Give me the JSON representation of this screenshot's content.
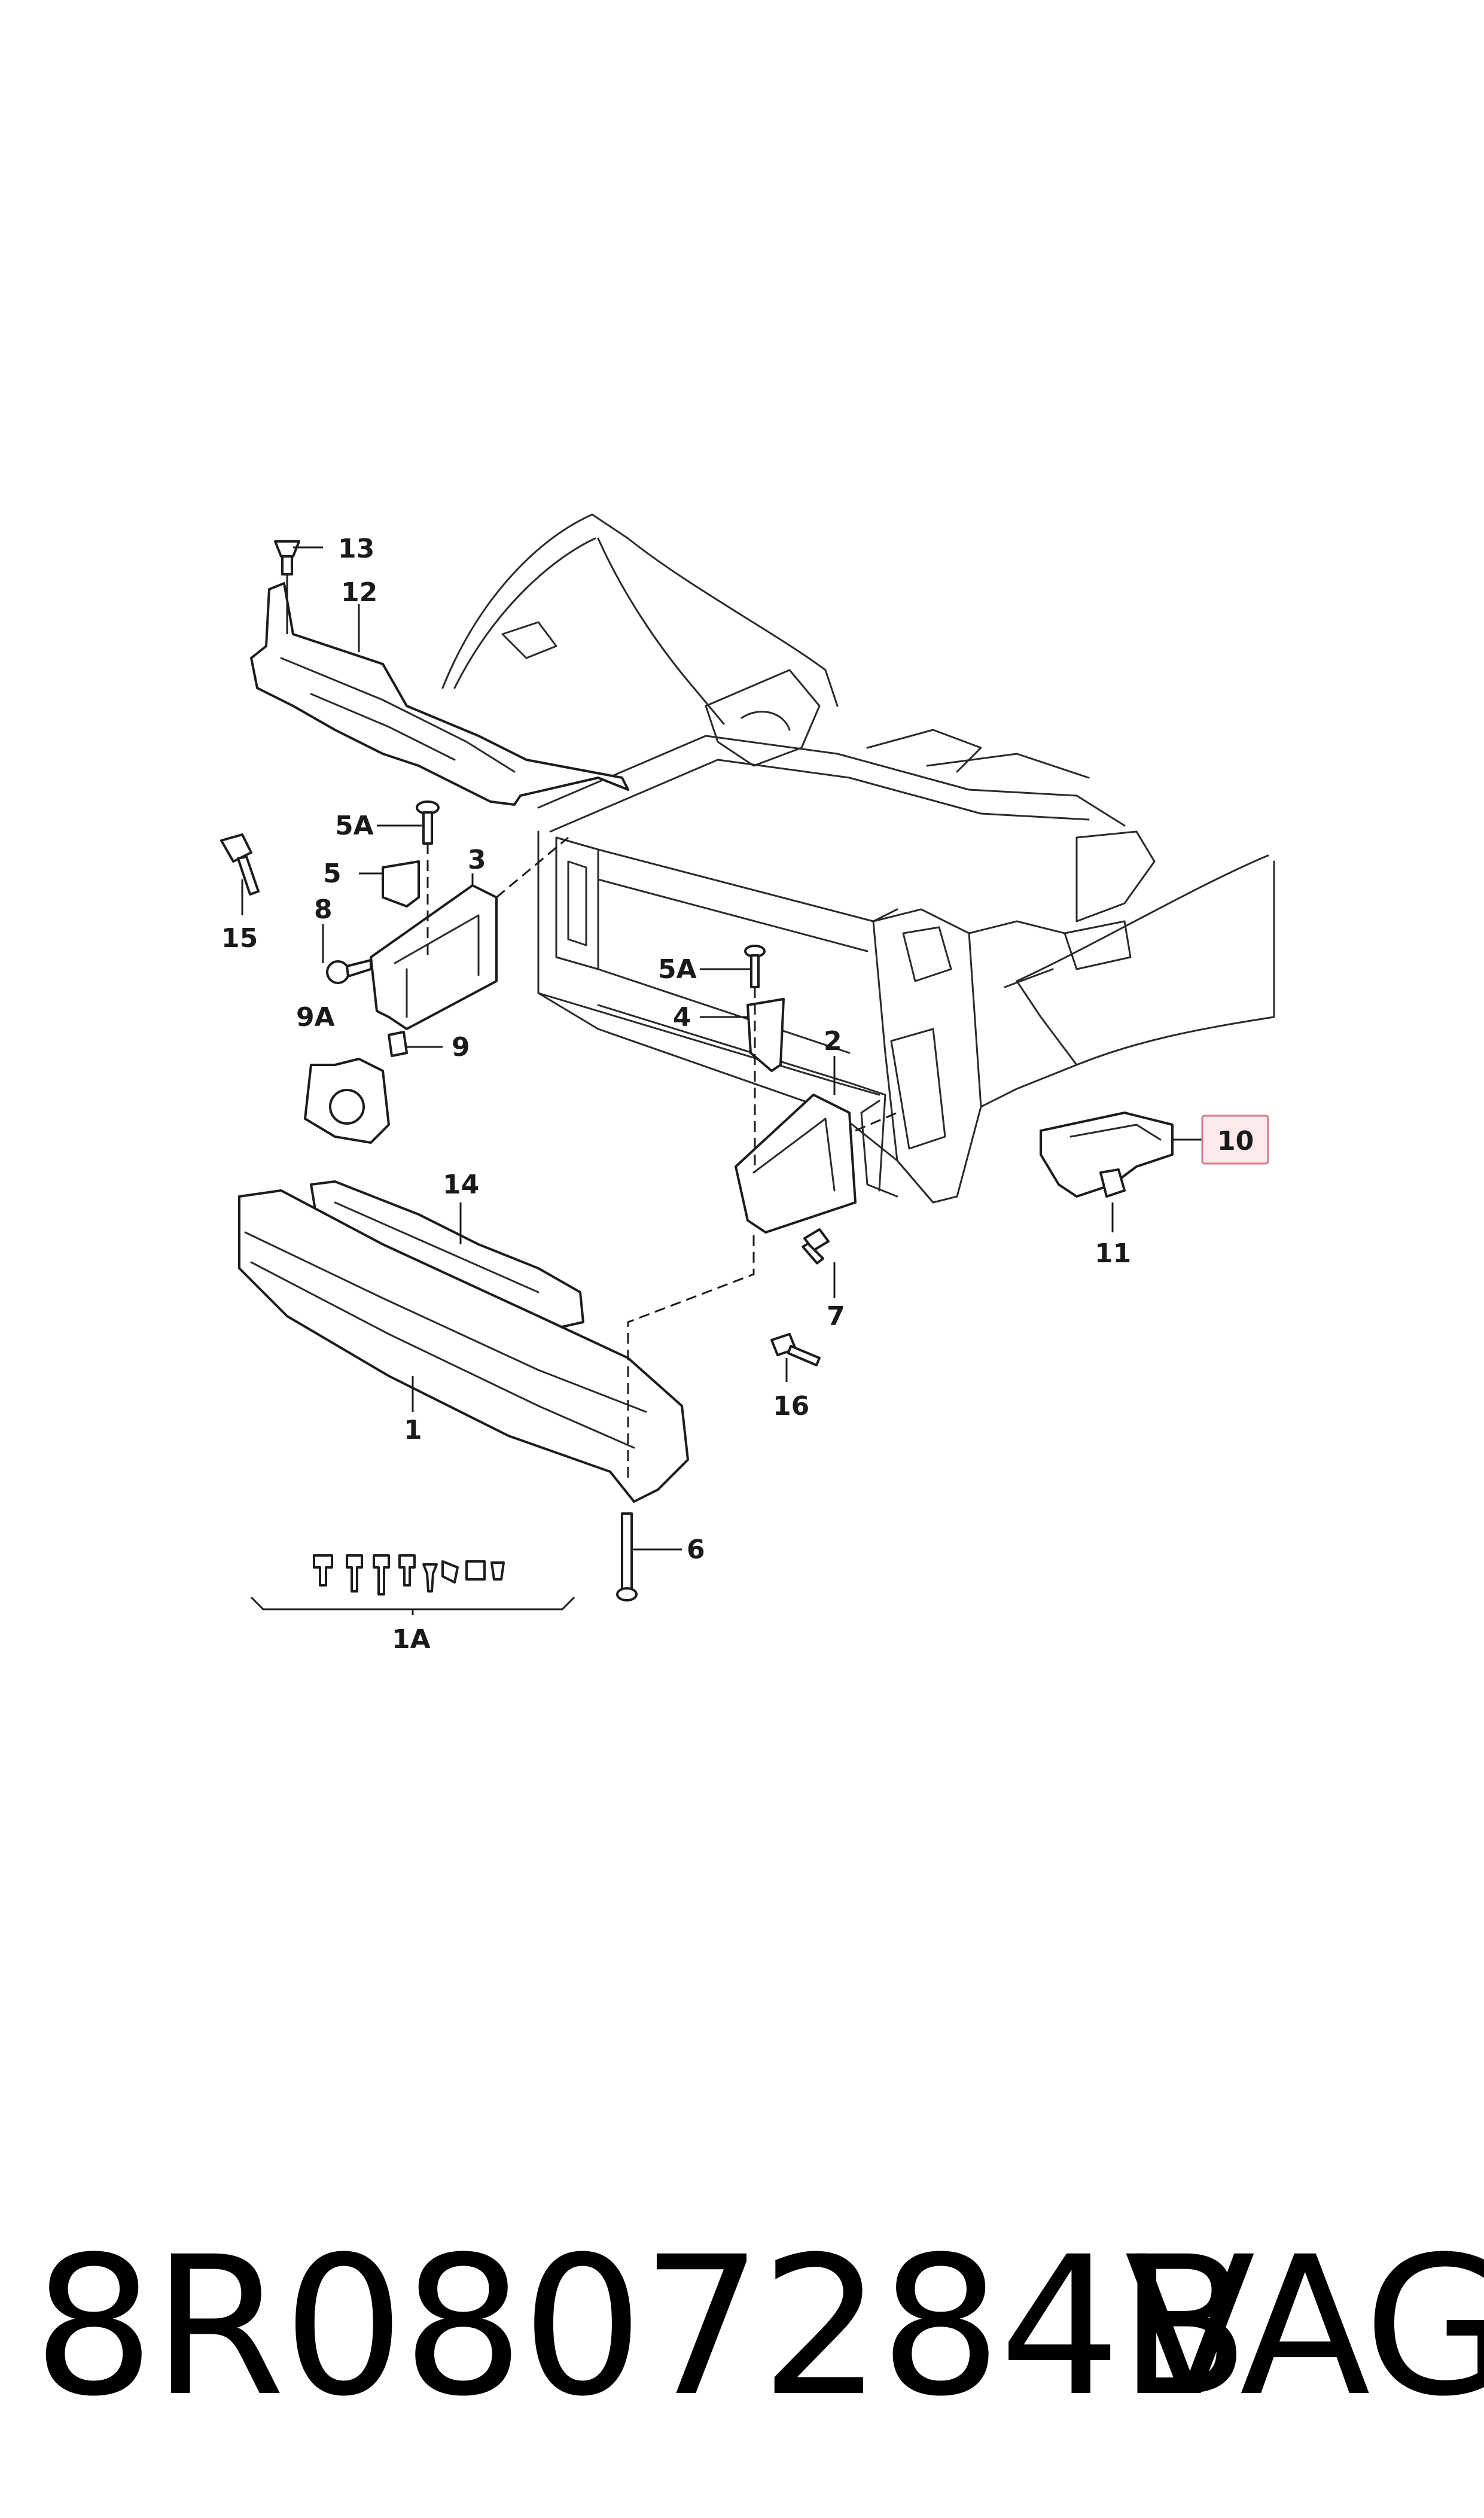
{
  "diagram": {
    "callouts": {
      "c13": "13",
      "c12": "12",
      "c5A_left": "5A",
      "c5": "5",
      "c3": "3",
      "c15": "15",
      "c8": "8",
      "c9A": "9A",
      "c9": "9",
      "c5A_right": "5A",
      "c4": "4",
      "c2": "2",
      "c10": "10",
      "c11": "11",
      "c14": "14",
      "c7": "7",
      "c16": "16",
      "c1": "1",
      "c6": "6",
      "c1A": "1A"
    },
    "highlighted_callout": "10",
    "highlight_color": "#d77b8a"
  },
  "footer": {
    "part_number": "8R0807284B",
    "brand": "VAG"
  }
}
